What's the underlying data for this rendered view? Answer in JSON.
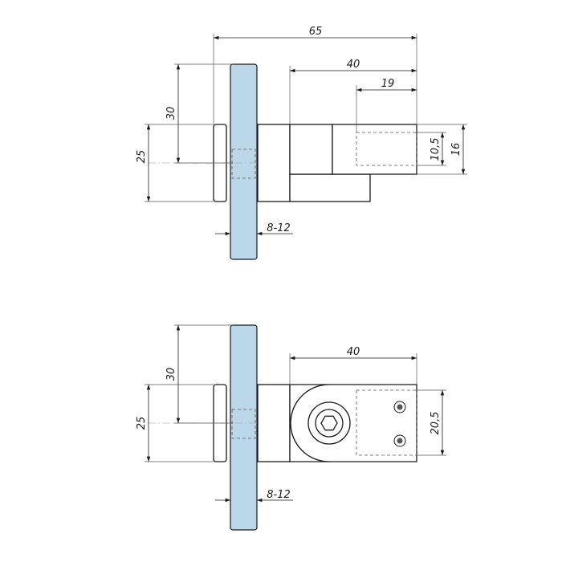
{
  "colors": {
    "glass_fill": "#bcd6ea",
    "glass_stroke": "#1a1a1a",
    "line": "#1a1a1a",
    "background": "#ffffff"
  },
  "top_view": {
    "dims": {
      "overall_length": "65",
      "body_length": "40",
      "bore_depth": "19",
      "bore_diameter": "10,5",
      "body_height": "16",
      "disc_offset": "30",
      "disc_diameter": "25",
      "glass_thickness": "8-12"
    }
  },
  "bottom_view": {
    "dims": {
      "body_length": "40",
      "bore_width": "20,5",
      "disc_offset": "30",
      "disc_diameter": "25",
      "glass_thickness": "8-12"
    }
  }
}
